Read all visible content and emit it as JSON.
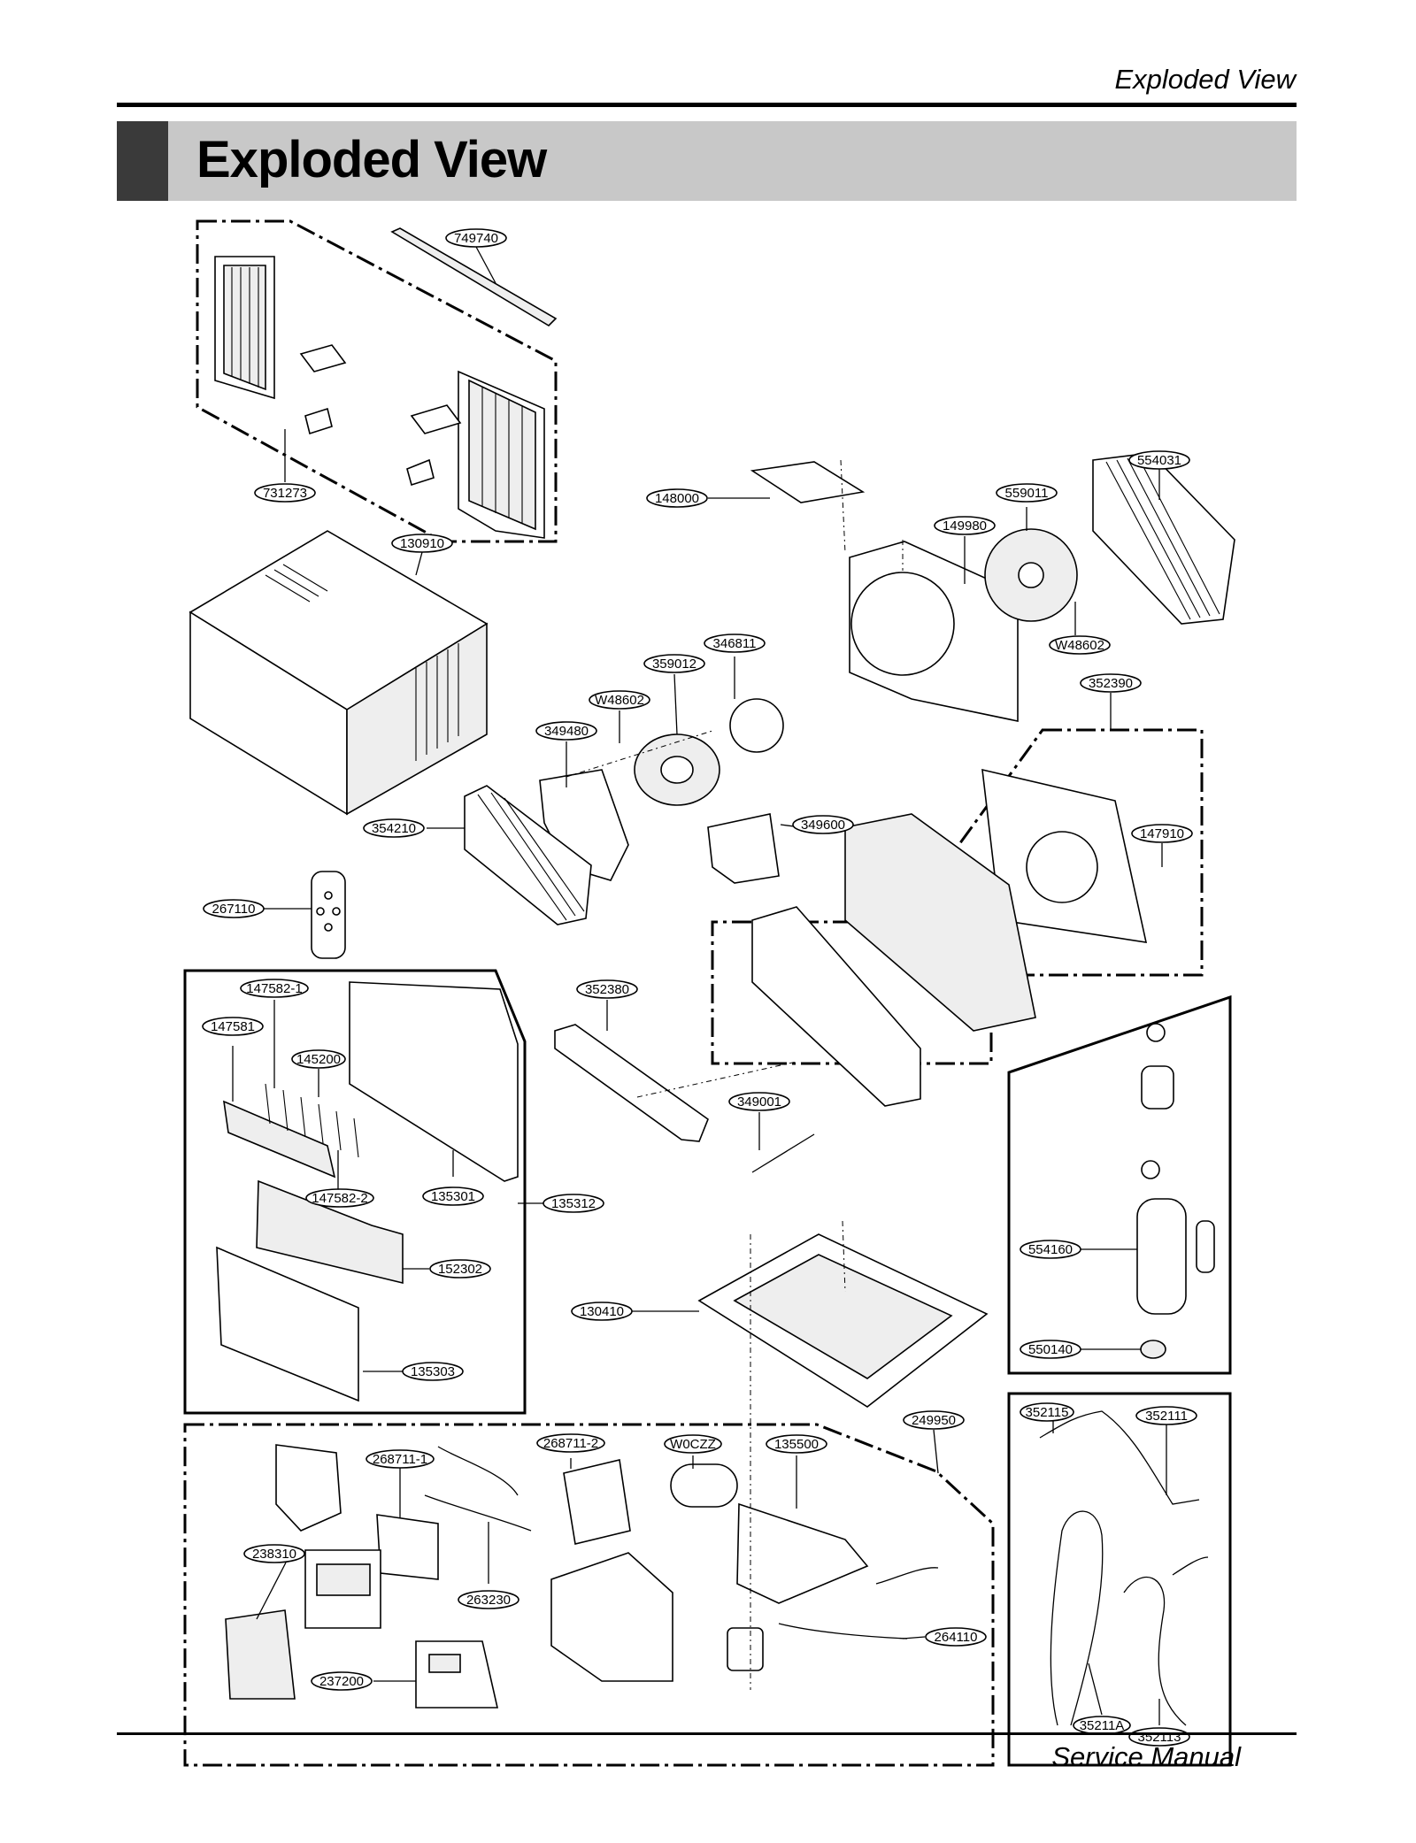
{
  "header": {
    "running_title": "Exploded View",
    "section_title": "Exploded View"
  },
  "footer": {
    "text": "Service Manual"
  },
  "parts": [
    {
      "key": "p749740",
      "label": "749740"
    },
    {
      "key": "p731273",
      "label": "731273"
    },
    {
      "key": "p130910",
      "label": "130910"
    },
    {
      "key": "p148000",
      "label": "148000"
    },
    {
      "key": "p554031",
      "label": "554031"
    },
    {
      "key": "p559011",
      "label": "559011"
    },
    {
      "key": "p149980",
      "label": "149980"
    },
    {
      "key": "pW48602a",
      "label": "W48602"
    },
    {
      "key": "p346811",
      "label": "346811"
    },
    {
      "key": "p359012",
      "label": "359012"
    },
    {
      "key": "pW48602b",
      "label": "W48602"
    },
    {
      "key": "p349480",
      "label": "349480"
    },
    {
      "key": "p352390",
      "label": "352390"
    },
    {
      "key": "p354210",
      "label": "354210"
    },
    {
      "key": "p349600",
      "label": "349600"
    },
    {
      "key": "p147910",
      "label": "147910"
    },
    {
      "key": "p267110",
      "label": "267110"
    },
    {
      "key": "p147582_1",
      "label": "147582-1"
    },
    {
      "key": "p147581",
      "label": "147581"
    },
    {
      "key": "p145200",
      "label": "145200"
    },
    {
      "key": "p352380",
      "label": "352380"
    },
    {
      "key": "p349001",
      "label": "349001"
    },
    {
      "key": "p147582_2",
      "label": "147582-2"
    },
    {
      "key": "p135301",
      "label": "135301"
    },
    {
      "key": "p135312",
      "label": "135312"
    },
    {
      "key": "p152302",
      "label": "152302"
    },
    {
      "key": "p130410",
      "label": "130410"
    },
    {
      "key": "p554160",
      "label": "554160"
    },
    {
      "key": "p550140",
      "label": "550140"
    },
    {
      "key": "p135303",
      "label": "135303"
    },
    {
      "key": "p249950",
      "label": "249950"
    },
    {
      "key": "p352115",
      "label": "352115"
    },
    {
      "key": "p352111",
      "label": "352111"
    },
    {
      "key": "p268711_1",
      "label": "268711-1"
    },
    {
      "key": "p268711_2",
      "label": "268711-2"
    },
    {
      "key": "pW0CZZ",
      "label": "W0CZZ"
    },
    {
      "key": "p135500",
      "label": "135500"
    },
    {
      "key": "p238310",
      "label": "238310"
    },
    {
      "key": "p263230",
      "label": "263230"
    },
    {
      "key": "p264110",
      "label": "264110"
    },
    {
      "key": "p237200",
      "label": "237200"
    },
    {
      "key": "p35211A",
      "label": "35211A"
    },
    {
      "key": "p352113",
      "label": "352113"
    }
  ]
}
